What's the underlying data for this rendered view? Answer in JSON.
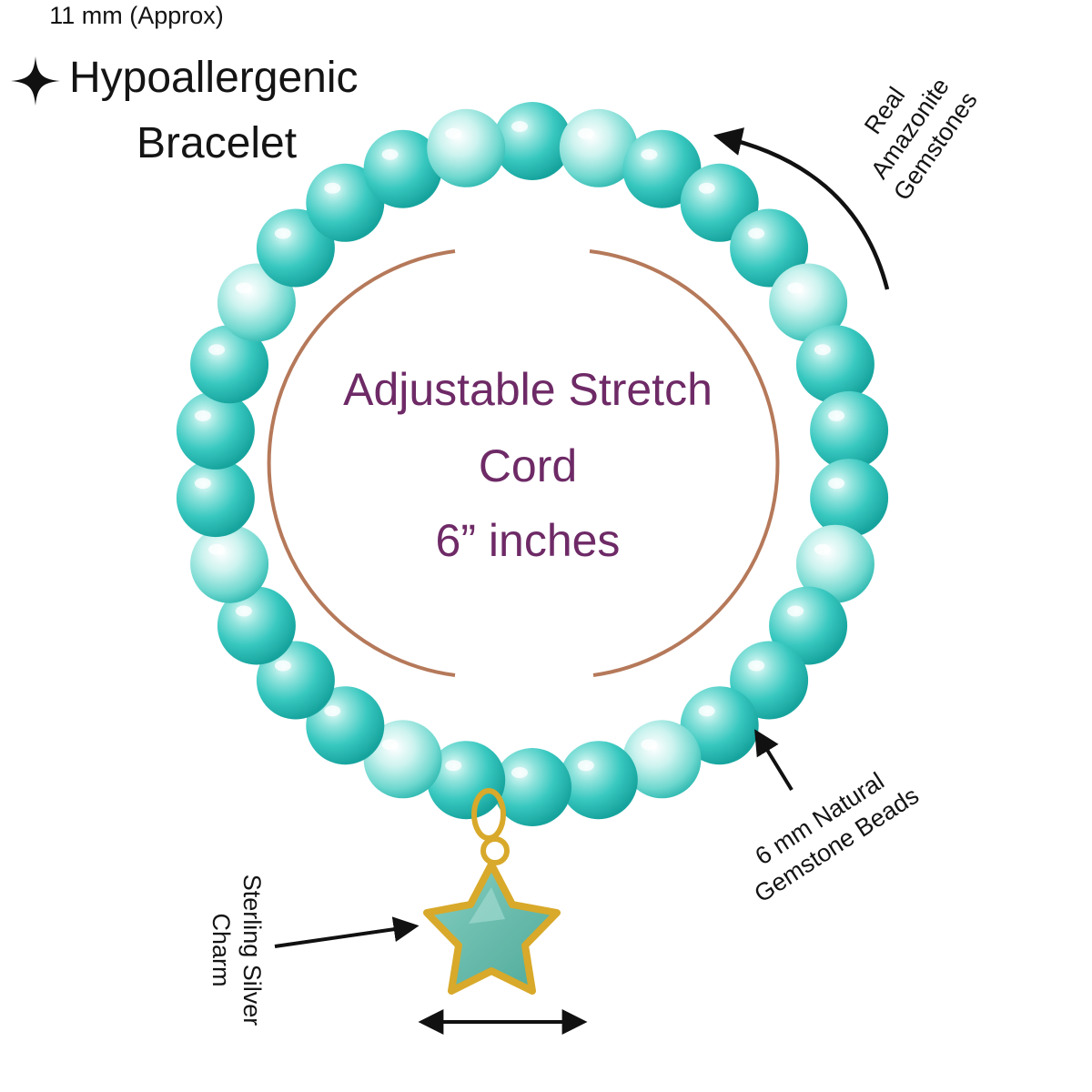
{
  "title": {
    "line1": "Hypoallergenic",
    "line2": "Bracelet",
    "sparkle_icon": "four-point-star-icon"
  },
  "center": {
    "line1": "Adjustable Stretch",
    "line2": "Cord",
    "line3": "6” inches",
    "color": "#6e2a66",
    "arc_color": "#b5795a"
  },
  "callouts": {
    "gemstone_line1": "Real",
    "gemstone_line2": "Amazonite",
    "gemstone_line3": "Gemstones",
    "beads_line1": "6 mm Natural",
    "beads_line2": "Gemstone Beads",
    "charm_line1": "Sterling Silver",
    "charm_line2": "Charm",
    "charm_size": "11 mm (Approx)"
  },
  "colors": {
    "bead_main": "#3fcfc6",
    "bead_light": "#bff0ec",
    "bead_dark": "#1aa9a3",
    "charm_border": "#d8a92a",
    "charm_fill": "#6fbfb0",
    "arrow": "#111111"
  }
}
